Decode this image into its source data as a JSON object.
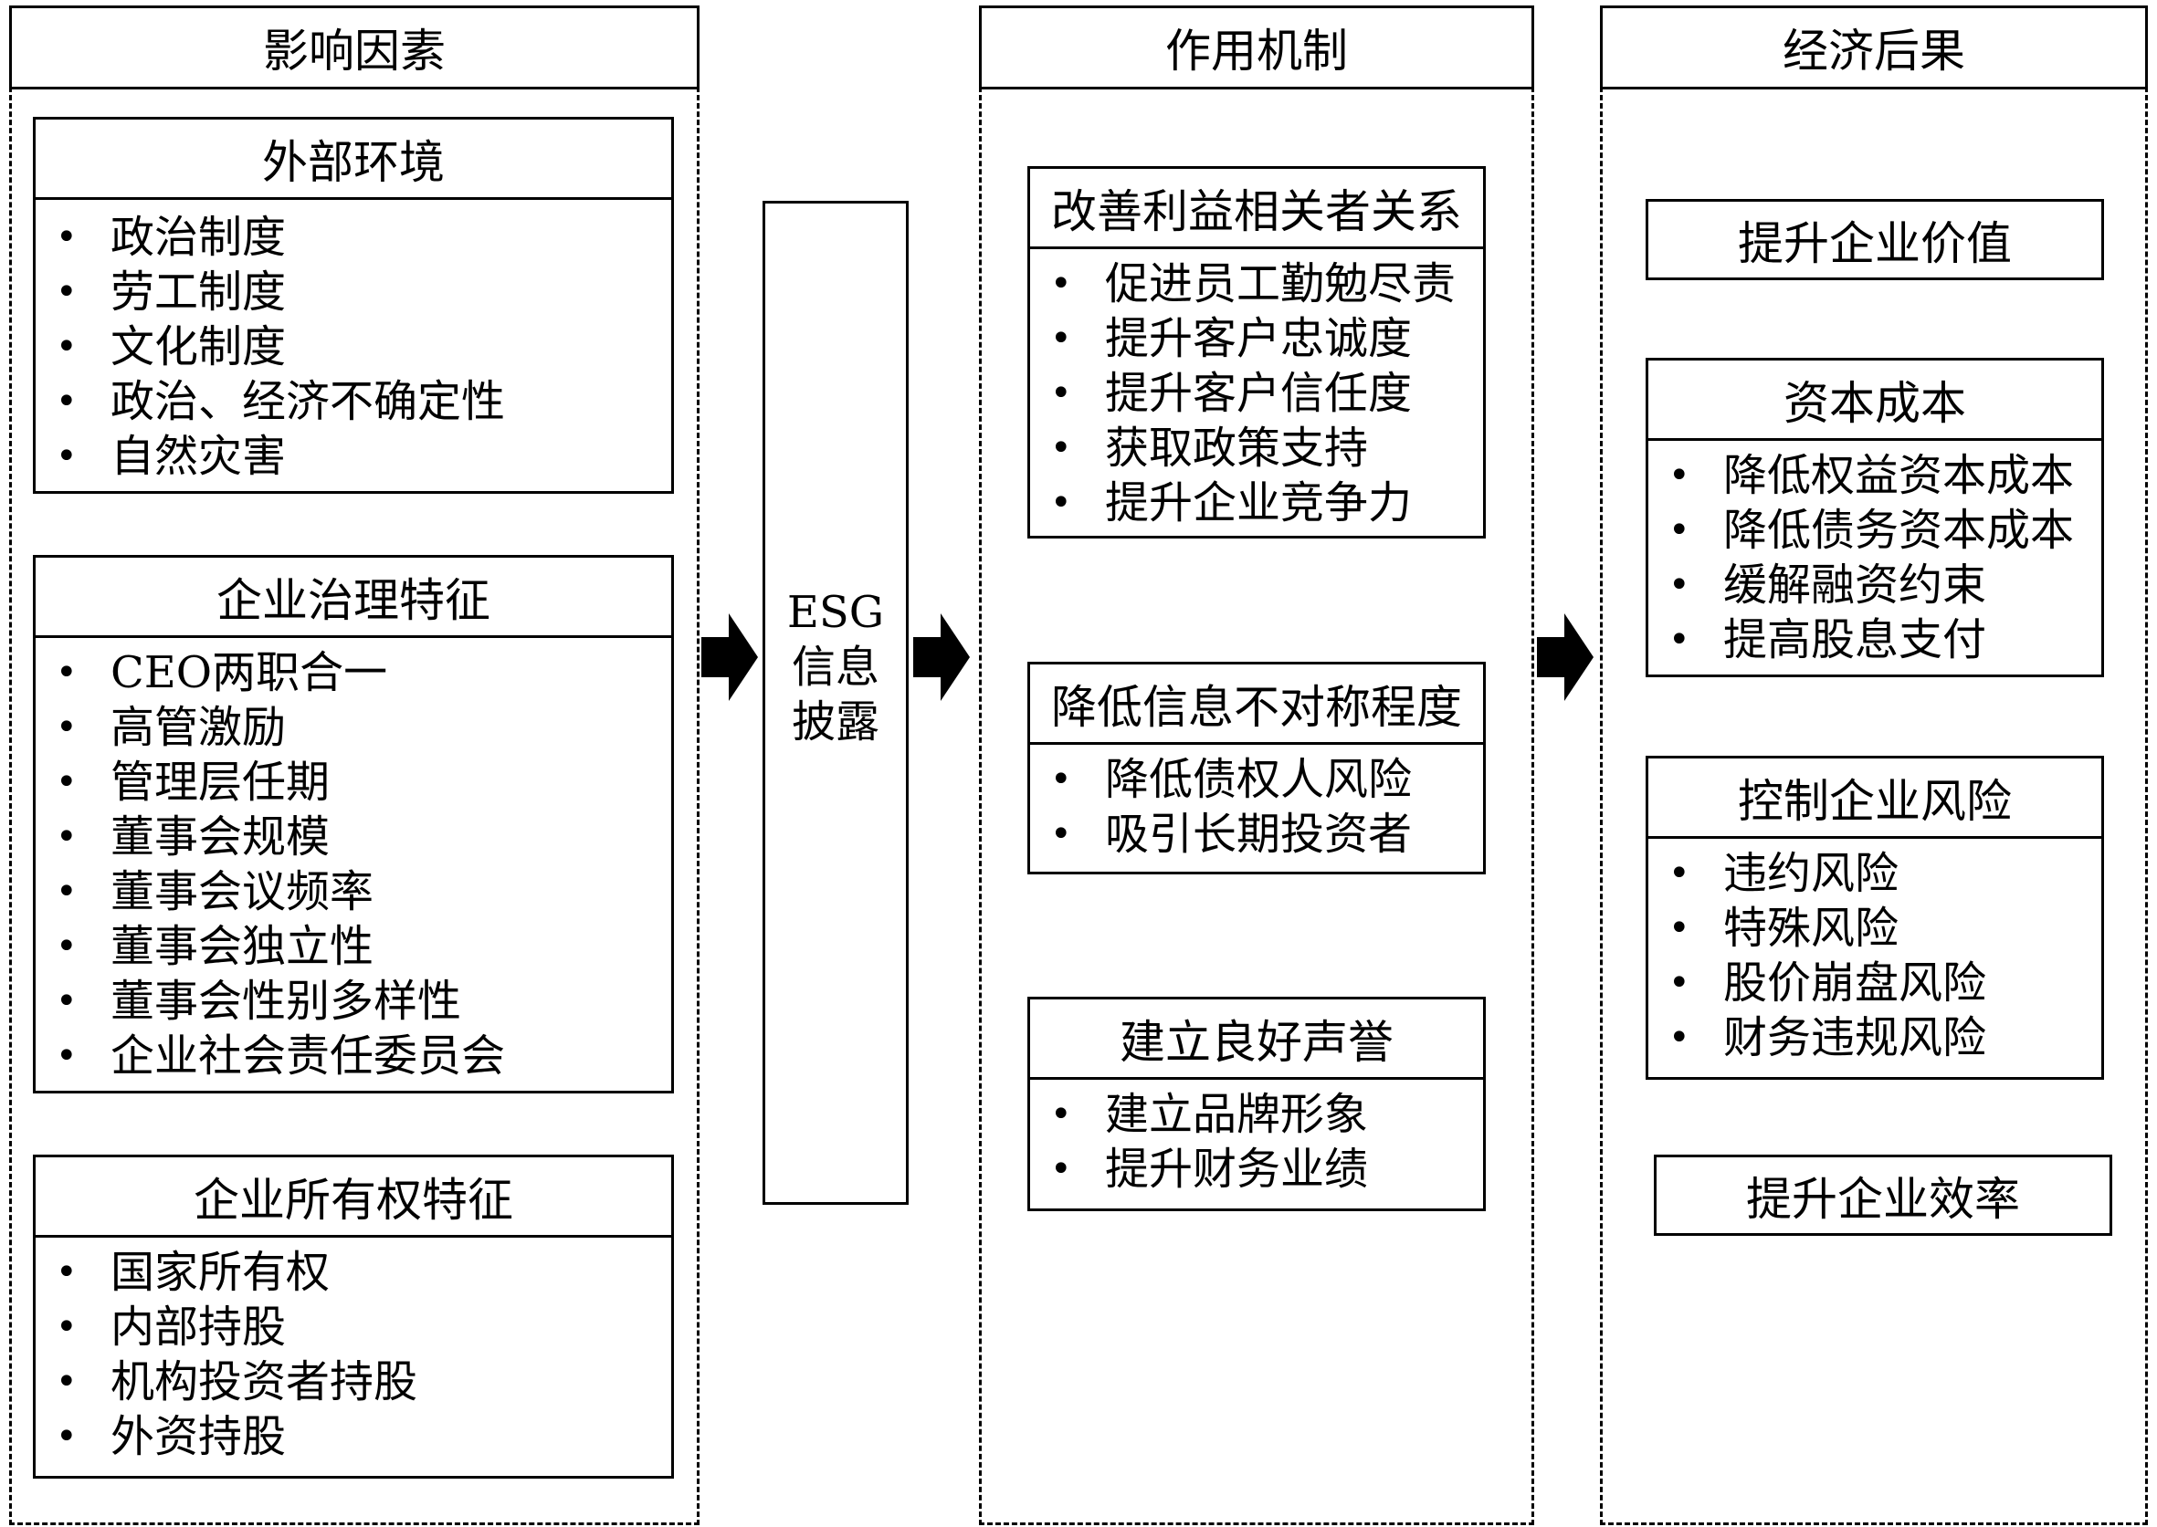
{
  "columns": {
    "factors": {
      "header": "影响因素",
      "groups": [
        {
          "title": "外部环境",
          "items": [
            "政治制度",
            "劳工制度",
            "文化制度",
            "政治、经济不确定性",
            "自然灾害"
          ]
        },
        {
          "title": "企业治理特征",
          "items": [
            "CEO两职合一",
            "高管激励",
            "管理层任期",
            "董事会规模",
            "董事会议频率",
            "董事会独立性",
            "董事会性别多样性",
            "企业社会责任委员会"
          ]
        },
        {
          "title": "企业所有权特征",
          "items": [
            "国家所有权",
            "内部持股",
            "机构投资者持股",
            "外资持股"
          ]
        }
      ]
    },
    "center": {
      "lines": [
        "ESG",
        "信息",
        "披露"
      ]
    },
    "mechanism": {
      "header": "作用机制",
      "groups": [
        {
          "title": "改善利益相关者关系",
          "items": [
            "促进员工勤勉尽责",
            "提升客户忠诚度",
            "提升客户信任度",
            "获取政策支持",
            "提升企业竞争力"
          ]
        },
        {
          "title": "降低信息不对称程度",
          "items": [
            "降低债权人风险",
            "吸引长期投资者"
          ]
        },
        {
          "title": "建立良好声誉",
          "items": [
            "建立品牌形象",
            "提升财务业绩"
          ]
        }
      ]
    },
    "outcomes": {
      "header": "经济后果",
      "top_box": "提升企业价值",
      "groups": [
        {
          "title": "资本成本",
          "items": [
            "降低权益资本成本",
            "降低债务资本成本",
            "缓解融资约束",
            "提高股息支付"
          ]
        },
        {
          "title": "控制企业风险",
          "items": [
            "违约风险",
            "特殊风险",
            "股价崩盘风险",
            "财务违规风险"
          ]
        }
      ],
      "bottom_box": "提升企业效率"
    }
  },
  "bullet": "•"
}
